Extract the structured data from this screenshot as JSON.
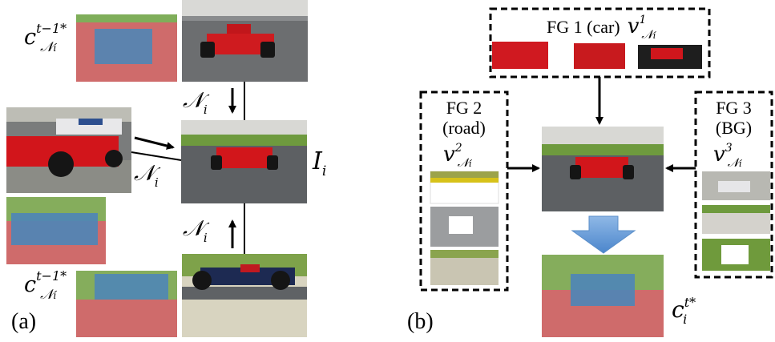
{
  "panel_a": {
    "label": "(a)",
    "c_top": {
      "base": "c",
      "sup": "t−1*",
      "sub": "𝒩",
      "subsub": "i"
    },
    "c_bottom": {
      "base": "c",
      "sup": "t−1*",
      "sub": "𝒩",
      "subsub": "i"
    },
    "n_top": {
      "base": "𝒩",
      "sub": "i"
    },
    "n_left": {
      "base": "𝒩",
      "sub": "i"
    },
    "n_bottom": {
      "base": "𝒩",
      "sub": "i"
    },
    "i_label": {
      "base": "I",
      "sub": "i"
    }
  },
  "panel_b": {
    "label": "(b)",
    "fg1": {
      "title": "FG 1 (car)",
      "v_base": "v",
      "v_sup": "1",
      "v_sub": "𝒩",
      "v_subsub": "i"
    },
    "fg2": {
      "line1": "FG 2",
      "line2": "(road)",
      "v_base": "v",
      "v_sup": "2",
      "v_sub": "𝒩",
      "v_subsub": "i"
    },
    "fg3": {
      "line1": "FG 3",
      "line2": "(BG)",
      "v_base": "v",
      "v_sup": "3",
      "v_sub": "𝒩",
      "v_subsub": "i"
    },
    "c_result": {
      "base": "c",
      "sup": "t*",
      "sub": "i"
    }
  },
  "colors": {
    "label_red": "#c44a4a",
    "label_blue": "#3d7db0",
    "label_green": "#6a9a4a",
    "car_red": "#d0161c",
    "asphalt": "#5f6265",
    "grass": "#6f9a3c"
  }
}
